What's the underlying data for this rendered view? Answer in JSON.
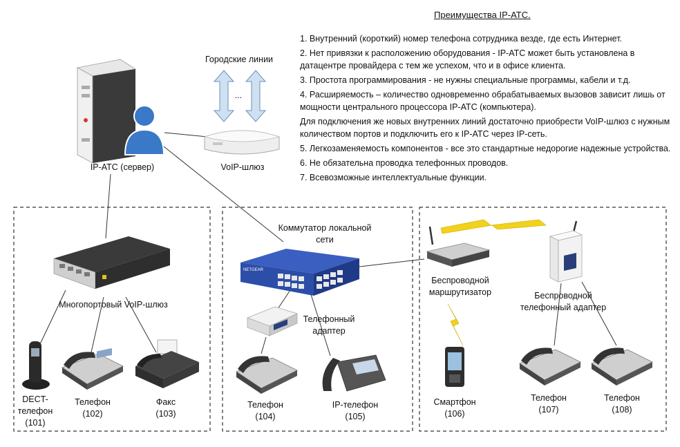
{
  "advantages": {
    "title": "Преимущества IP-АТС.",
    "items": [
      "1. Внутренний (короткий) номер телефона сотрудника везде, где есть Интернет.",
      "2. Нет привязки к расположению оборудования - IP-АТС может быть установлена в датацентре провайдера с тем же успехом, что и в офисе клиента.",
      "3. Простота программирования - не нужны специальные программы, кабели и т.д.",
      "4. Расширяемость – количество одновременно обрабатываемых вызовов зависит лишь от мощности центрального процессора IP-АТС (компьютера).",
      "Для подключения же новых внутренних линий достаточно приобрести VoIP-шлюз с нужным количеством портов и подключить его к IP-АТС через IP-сеть.",
      "5. Легкозаменяемость компонентов - все это стандартные недорогие надежные устройства.",
      "6. Не обязательна проводка телефонных проводов.",
      "7. Всевозможные интеллектуальные функции."
    ]
  },
  "top": {
    "server_label": "IP-АТС (сервер)",
    "city_lines_label": "Городские линии",
    "dots": "...",
    "gateway_label": "VoIP-шлюз"
  },
  "left_group": {
    "gateway_label": "Многопортовый VoIP-шлюз",
    "dect_label": [
      "DECT-",
      "телефон",
      "(101)"
    ],
    "phone_label": [
      "Телефон",
      "(102)"
    ],
    "fax_label": [
      "Факс",
      "(103)"
    ]
  },
  "middle_group": {
    "switch_label": [
      "Коммутатор локальной",
      "сети"
    ],
    "switch_brand": "NETGEAR",
    "adapter_label": [
      "Телефонный",
      "адаптер"
    ],
    "phone_label": [
      "Телефон",
      "(104)"
    ],
    "ipphone_label": [
      "IP-телефон",
      "(105)"
    ]
  },
  "right_group": {
    "router_label": [
      "Беспроводной",
      "маршрутизатор"
    ],
    "wadapter_label": [
      "Беспроводной",
      "телефонный адаптер"
    ],
    "smartphone_label": [
      "Смартфон",
      "(106)"
    ],
    "phone107_label": [
      "Телефон",
      "(107)"
    ],
    "phone108_label": [
      "Телефон",
      "(108)"
    ]
  },
  "colors": {
    "arrow_fill": "#cfe0f2",
    "arrow_stroke": "#6b8fb8",
    "switch_blue": "#2c4ea8",
    "lightning": "#f2d21a",
    "user_blue": "#3a78c8",
    "dashed_border": "#333333"
  }
}
